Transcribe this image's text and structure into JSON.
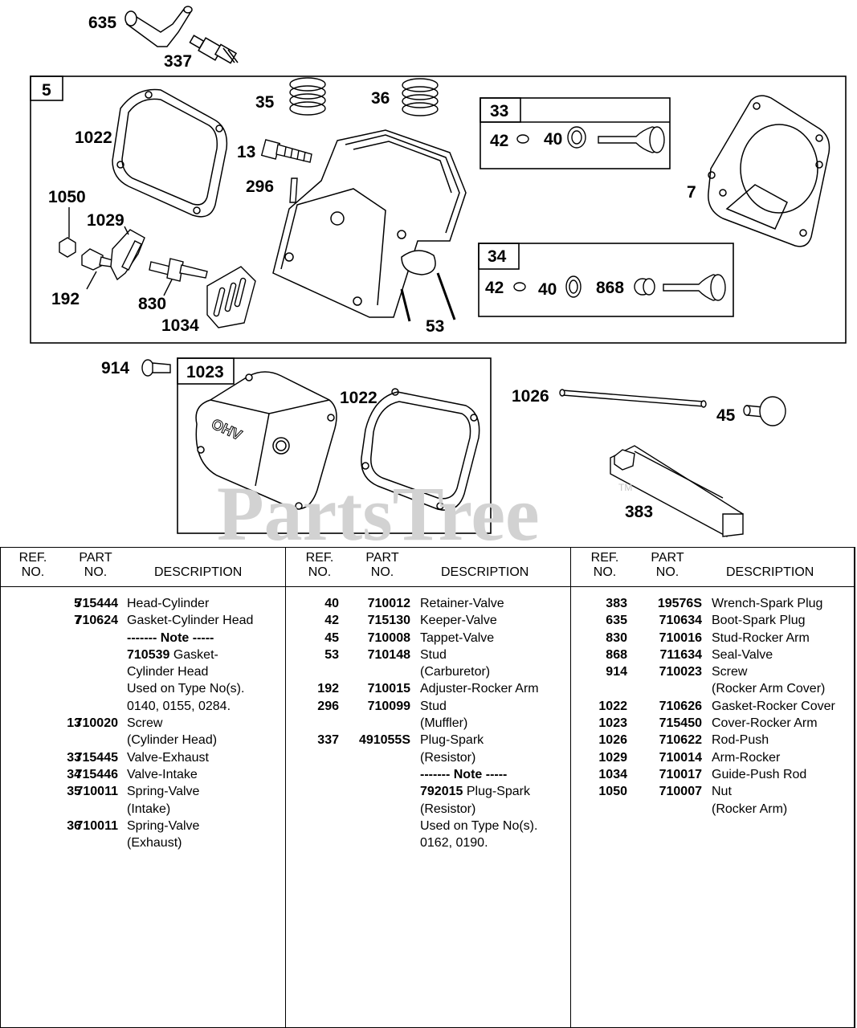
{
  "watermark": "PartsTree",
  "trademark": "TM",
  "callouts": {
    "c635": "635",
    "c337": "337",
    "c5": "5",
    "c1022a": "1022",
    "c35": "35",
    "c36": "36",
    "c13": "13",
    "c296": "296",
    "c33": "33",
    "c42a": "42",
    "c40a": "40",
    "c7": "7",
    "c1050": "1050",
    "c1029": "1029",
    "c192": "192",
    "c830": "830",
    "c1034": "1034",
    "c53": "53",
    "c34": "34",
    "c42b": "42",
    "c40b": "40",
    "c868": "868",
    "c914": "914",
    "c1023": "1023",
    "c1022b": "1022",
    "c1026": "1026",
    "c45": "45",
    "c383": "383"
  },
  "table": {
    "headers": {
      "ref_line1": "REF.",
      "ref_line2": "NO.",
      "part_line1": "PART",
      "part_line2": "NO.",
      "description": "DESCRIPTION"
    },
    "col1": [
      {
        "ref": "5",
        "part": "715444",
        "desc": "Head-Cylinder"
      },
      {
        "ref": "7",
        "part": "710624",
        "desc": "Gasket-Cylinder Head"
      },
      {
        "ref": "",
        "part": "",
        "desc": "------- Note -----",
        "bold": true
      },
      {
        "ref": "",
        "part": "",
        "desc_bold": "710539",
        "desc": " Gasket-"
      },
      {
        "ref": "",
        "part": "",
        "desc": "Cylinder Head"
      },
      {
        "ref": "",
        "part": "",
        "desc": "Used on Type No(s)."
      },
      {
        "ref": "",
        "part": "",
        "desc": "0140, 0155, 0284."
      },
      {
        "ref": "13",
        "part": "710020",
        "desc": "Screw"
      },
      {
        "ref": "",
        "part": "",
        "desc": "(Cylinder Head)"
      },
      {
        "ref": "33",
        "part": "715445",
        "desc": "Valve-Exhaust"
      },
      {
        "ref": "34",
        "part": "715446",
        "desc": "Valve-Intake"
      },
      {
        "ref": "35",
        "part": "710011",
        "desc": "Spring-Valve"
      },
      {
        "ref": "",
        "part": "",
        "desc": "(Intake)"
      },
      {
        "ref": "36",
        "part": "710011",
        "desc": "Spring-Valve"
      },
      {
        "ref": "",
        "part": "",
        "desc": "(Exhaust)"
      }
    ],
    "col2": [
      {
        "ref": "40",
        "part": "710012",
        "desc": "Retainer-Valve"
      },
      {
        "ref": "42",
        "part": "715130",
        "desc": "Keeper-Valve"
      },
      {
        "ref": "45",
        "part": "710008",
        "desc": "Tappet-Valve"
      },
      {
        "ref": "53",
        "part": "710148",
        "desc": "Stud"
      },
      {
        "ref": "",
        "part": "",
        "desc": "(Carburetor)"
      },
      {
        "ref": "192",
        "part": "710015",
        "desc": "Adjuster-Rocker Arm"
      },
      {
        "ref": "296",
        "part": "710099",
        "desc": "Stud"
      },
      {
        "ref": "",
        "part": "",
        "desc": "(Muffler)"
      },
      {
        "ref": "337",
        "part": "491055S",
        "desc": "Plug-Spark"
      },
      {
        "ref": "",
        "part": "",
        "desc": "(Resistor)"
      },
      {
        "ref": "",
        "part": "",
        "desc": "------- Note -----",
        "bold": true
      },
      {
        "ref": "",
        "part": "",
        "desc_bold": "792015",
        "desc": " Plug-Spark"
      },
      {
        "ref": "",
        "part": "",
        "desc": "(Resistor)"
      },
      {
        "ref": "",
        "part": "",
        "desc": "Used on Type No(s)."
      },
      {
        "ref": "",
        "part": "",
        "desc": "0162, 0190."
      }
    ],
    "col3": [
      {
        "ref": "383",
        "part": "19576S",
        "desc": "Wrench-Spark Plug"
      },
      {
        "ref": "635",
        "part": "710634",
        "desc": "Boot-Spark Plug"
      },
      {
        "ref": "830",
        "part": "710016",
        "desc": "Stud-Rocker Arm"
      },
      {
        "ref": "868",
        "part": "711634",
        "desc": "Seal-Valve"
      },
      {
        "ref": "914",
        "part": "710023",
        "desc": "Screw"
      },
      {
        "ref": "",
        "part": "",
        "desc": "(Rocker Arm Cover)"
      },
      {
        "ref": "1022",
        "part": "710626",
        "desc": "Gasket-Rocker Cover"
      },
      {
        "ref": "1023",
        "part": "715450",
        "desc": "Cover-Rocker Arm"
      },
      {
        "ref": "1026",
        "part": "710622",
        "desc": "Rod-Push"
      },
      {
        "ref": "1029",
        "part": "710014",
        "desc": "Arm-Rocker"
      },
      {
        "ref": "1034",
        "part": "710017",
        "desc": "Guide-Push Rod"
      },
      {
        "ref": "1050",
        "part": "710007",
        "desc": "Nut"
      },
      {
        "ref": "",
        "part": "",
        "desc": "(Rocker Arm)"
      }
    ]
  }
}
